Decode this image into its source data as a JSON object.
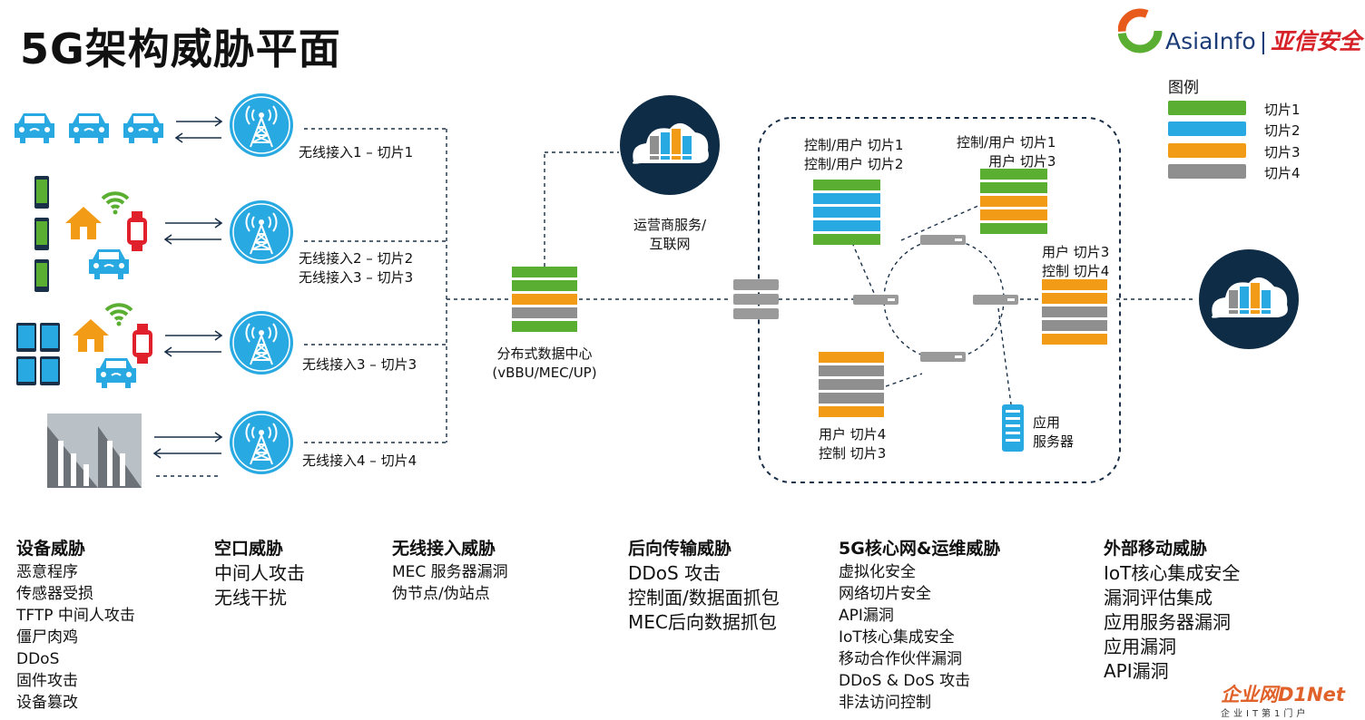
{
  "title": "5G架构威胁平面",
  "logo": {
    "text_en": "AsiaInfo",
    "separator": "|",
    "text_cn": "亚信安全"
  },
  "legend": {
    "title": "图例",
    "items": [
      {
        "label": "切片1",
        "color": "#5aae32"
      },
      {
        "label": "切片2",
        "color": "#29a9e1"
      },
      {
        "label": "切片3",
        "color": "#f29b16"
      },
      {
        "label": "切片4",
        "color": "#8f8f8f"
      }
    ]
  },
  "access_labels": {
    "row1": "无线接入1 – 切片1",
    "row2a": "无线接入2 – 切片2",
    "row2b": "无线接入3 – 切片3",
    "row3": "无线接入3 – 切片3",
    "row4": "无线接入4 – 切片4"
  },
  "datacenter": {
    "line1": "分布式数据中心",
    "line2": "(vBBU/MEC/UP)"
  },
  "operator": {
    "line1": "运营商服务/",
    "line2": "互联网"
  },
  "core_labels": {
    "g1a": "控制/用户 切片1",
    "g1b": "控制/用户 切片2",
    "g2a": "控制/用户 切片1",
    "g2b": "用户 切片3",
    "g3a": "用户 切片3",
    "g3b": "控制 切片4",
    "g4a": "用户 切片4",
    "g4b": "控制 切片3",
    "app1": "应用",
    "app2": "服务器"
  },
  "threats": [
    {
      "title": "设备威胁",
      "items": [
        "恶意程序",
        "传感器受损",
        "TFTP 中间人攻击",
        "僵尸肉鸡",
        "DDoS",
        "固件攻击",
        "设备篡改"
      ]
    },
    {
      "title": "空口威胁",
      "items": [
        "中间人攻击",
        "无线干扰"
      ]
    },
    {
      "title": "无线接入威胁",
      "items": [
        "MEC 服务器漏洞",
        "伪节点/伪站点"
      ]
    },
    {
      "title": "后向传输威胁",
      "items": [
        "DDoS 攻击",
        "控制面/数据面抓包",
        "MEC后向数据抓包"
      ]
    },
    {
      "title": "5G核心网&运维威胁",
      "items": [
        "虚拟化安全",
        "网络切片安全",
        "API漏洞",
        "IoT核心集成安全",
        "移动合作伙伴漏洞",
        "DDoS & DoS 攻击",
        "非法访问控制"
      ]
    },
    {
      "title": "外部移动威胁",
      "items": [
        "IoT核心集成安全",
        "漏洞评估集成",
        "应用服务器漏洞",
        "应用漏洞",
        "API漏洞"
      ]
    }
  ],
  "watermark": {
    "text": "企业网D1Net",
    "sub": "企业IT第1门户"
  }
}
